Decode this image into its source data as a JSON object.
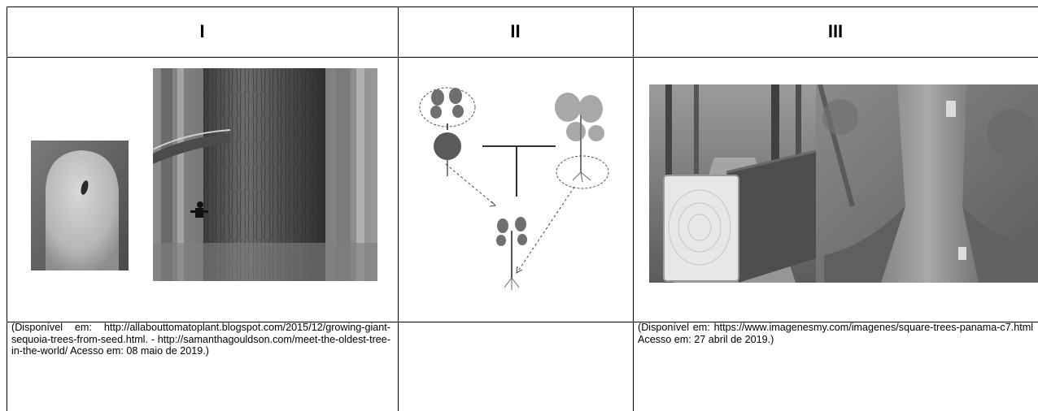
{
  "table": {
    "headers": [
      "I",
      "II",
      "III"
    ],
    "sources": {
      "col1": "(Disponível em: http://allabouttomatoplant.blogspot.com/2015/12/growing-giant-sequoia-trees-from-seed.html. - http://samanthagouldson.com/meet-the-oldest-tree-in-the-world/ Acesso em: 08 maio de 2019.)",
      "col2": "",
      "col3": "(Disponível em: https://www.imagenesmy.com/imagenes/square-trees-panama-c7.html Acesso em: 27 abril de 2019.)"
    }
  }
}
